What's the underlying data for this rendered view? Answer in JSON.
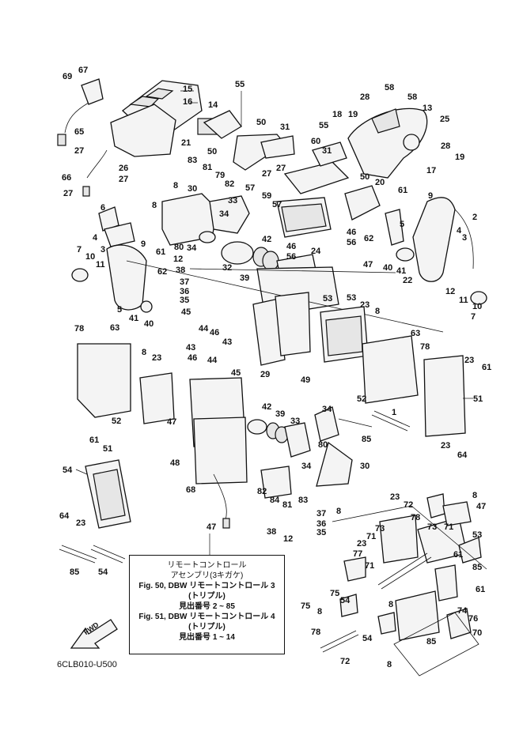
{
  "diagram": {
    "part_numbers": [
      "69",
      "67",
      "15",
      "16",
      "14",
      "55",
      "65",
      "27",
      "26",
      "27",
      "66",
      "27",
      "21",
      "50",
      "31",
      "57",
      "50",
      "27",
      "27",
      "60",
      "31",
      "19",
      "28",
      "58",
      "58",
      "13",
      "25",
      "55",
      "18",
      "28",
      "19",
      "17",
      "83",
      "81",
      "79",
      "82",
      "8",
      "30",
      "8",
      "34",
      "33",
      "57",
      "59",
      "20",
      "50",
      "6",
      "4",
      "9",
      "7",
      "10",
      "11",
      "3",
      "61",
      "62",
      "5",
      "80",
      "34",
      "12",
      "38",
      "37",
      "36",
      "35",
      "45",
      "32",
      "39",
      "46",
      "56",
      "42",
      "24",
      "46",
      "56",
      "2",
      "9",
      "61",
      "4",
      "3",
      "62",
      "5",
      "40",
      "41",
      "47",
      "22",
      "12",
      "11",
      "10",
      "7",
      "41",
      "40",
      "44",
      "46",
      "43",
      "43",
      "46",
      "44",
      "29",
      "53",
      "23",
      "8",
      "63",
      "78",
      "78",
      "63",
      "8",
      "23",
      "49",
      "45",
      "52",
      "53",
      "47",
      "42",
      "39",
      "33",
      "34",
      "80",
      "48",
      "68",
      "34",
      "30",
      "83",
      "81",
      "84",
      "82",
      "37",
      "36",
      "35",
      "12",
      "38",
      "8",
      "52",
      "51",
      "23",
      "61",
      "64",
      "23",
      "61",
      "64",
      "23",
      "51",
      "54",
      "85",
      "54",
      "85",
      "1",
      "47",
      "23",
      "72",
      "8",
      "47",
      "73",
      "78",
      "73",
      "71",
      "53",
      "23",
      "71",
      "77",
      "85",
      "71",
      "61",
      "75",
      "54",
      "8",
      "61",
      "75",
      "8",
      "74",
      "76",
      "70",
      "85",
      "78",
      "54",
      "72",
      "8"
    ],
    "legend": {
      "line1": "リモートコントロール",
      "line2": "アセンブリ(3キガケ)",
      "line3": "Fig. 50, DBW リモートコントロール 3",
      "line4": "(トリプル)",
      "line5": "見出番号 2 ~ 85",
      "line6": "Fig. 51, DBW リモートコントロール 4",
      "line7": "(トリプル)",
      "line8": "見出番号 1 ~ 14"
    },
    "fwd_label": "FWD",
    "drawing_code": "6CLB010-U500"
  }
}
